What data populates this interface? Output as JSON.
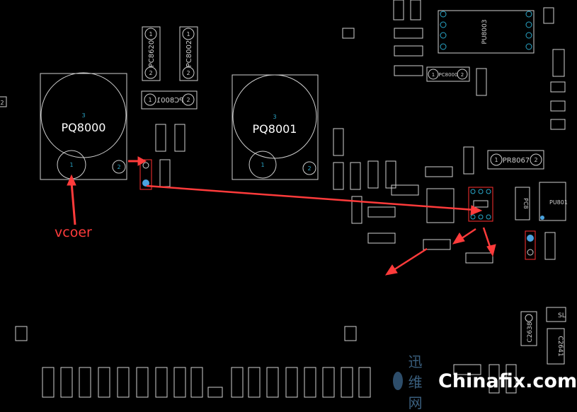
{
  "annotation": {
    "label": "vcoer",
    "color": "#ff3b3b"
  },
  "pin_color": "#4aa3df",
  "pad_color": "#2aa7c9",
  "outline_color": "#d0d0d0",
  "highlight_color": "#ff3030",
  "components": {
    "pq8000": {
      "ref": "PQ8000",
      "pin1": "1",
      "pin2": "2",
      "pin3": "3"
    },
    "pq8001": {
      "ref": "PQ8001",
      "pin1": "1",
      "pin2": "2",
      "pin3": "3"
    },
    "pc8620": {
      "ref": "PC8620",
      "pin1": "1",
      "pin2": "2"
    },
    "pc8002": {
      "ref": "PC8002",
      "pin1": "1",
      "pin2": "2"
    },
    "pc8001": {
      "ref": "PC8001",
      "pin1": "1",
      "pin2": "2"
    },
    "pc8000": {
      "ref": "PC8000",
      "pin1": "1",
      "pin2": "2"
    },
    "pr8067": {
      "ref": "PR8067",
      "pin1": "1",
      "pin2": "2"
    },
    "pu8003": {
      "ref": "PU8003"
    },
    "c2638": {
      "ref": "C2638"
    },
    "c2641": {
      "ref": "C2641"
    },
    "edge_pad": {
      "pin": "2"
    },
    "sl_fragment": {
      "ref": "SL"
    },
    "pu_fragment": {
      "ref": "PU801"
    },
    "pc_fragment": {
      "ref": "PC8"
    }
  },
  "watermark": {
    "cn": "迅维网",
    "en": "Chinafix.com"
  }
}
